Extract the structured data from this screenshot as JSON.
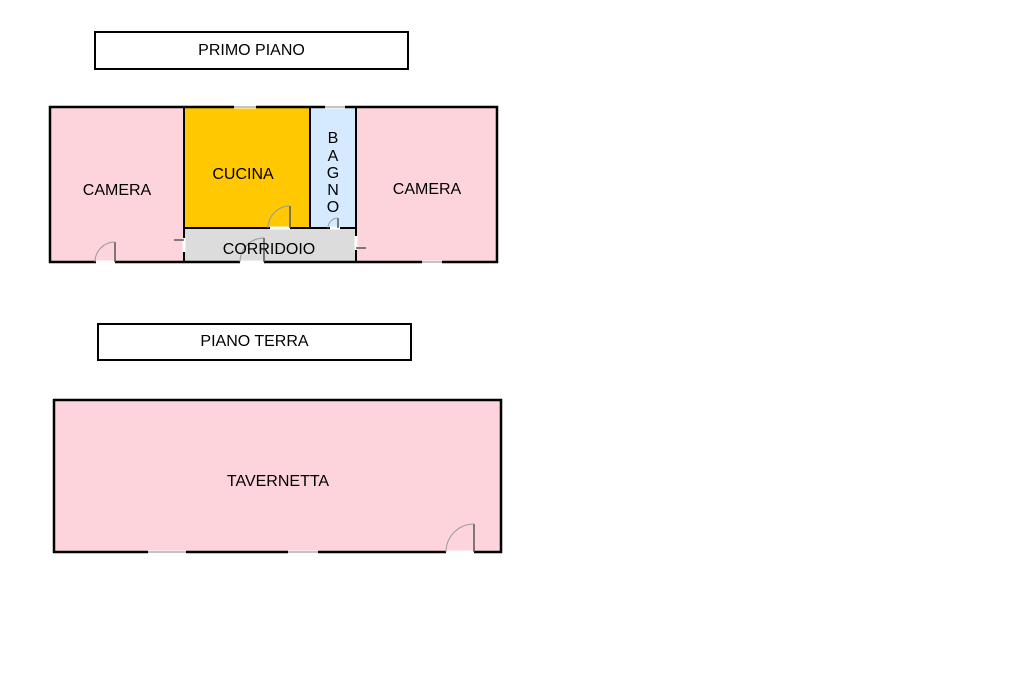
{
  "floors": {
    "primo": {
      "title": "PRIMO PIANO",
      "rooms": {
        "camera_left": "CAMERA",
        "cucina": "CUCINA",
        "bagno_letters": [
          "B",
          "A",
          "G",
          "N",
          "O"
        ],
        "camera_right": "CAMERA",
        "corridoio": "CORRIDOIO"
      }
    },
    "terra": {
      "title": "PIANO TERRA",
      "rooms": {
        "tavernetta": "TAVERNETTA"
      }
    }
  },
  "colors": {
    "camera": "#fdd3dc",
    "cucina": "#ffc800",
    "bagno": "#d6eaff",
    "corridoio": "#dcdcdc",
    "tavernetta": "#fdd3dc",
    "wall": "#000000"
  }
}
